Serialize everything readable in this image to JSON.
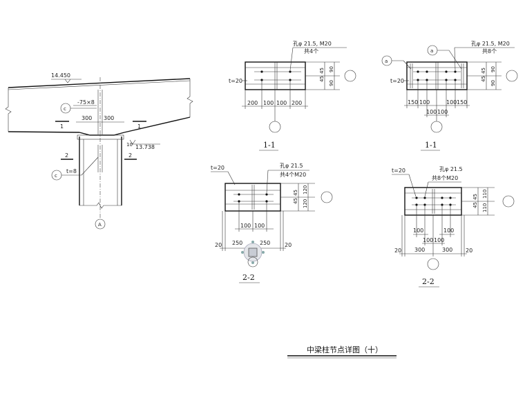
{
  "elevation": {
    "top_level": "14.450",
    "bottom_level": "13.738",
    "stiffener_label": "-75×8",
    "haunch_left": "300",
    "haunch_right": "300",
    "section_1": "1",
    "section_2": "2",
    "plate_thickness": "t=8",
    "gap_dim": "10",
    "callout_c": "c",
    "axis_label": "A"
  },
  "detail_1a": {
    "hole_note": "孔φ 21.5, M20",
    "count_note": "共4个",
    "t_label": "t=20",
    "h_dims": [
      "200",
      "100",
      "100",
      "200"
    ],
    "v_dims_outer": [
      "90",
      "90"
    ],
    "v_dims_inner": [
      "45",
      "45"
    ],
    "title": "1-1"
  },
  "detail_1b": {
    "hole_note": "孔φ 21.5, M20",
    "count_note": "共8个",
    "t_label": "t=20",
    "callout_a": "a",
    "callout_b": "a",
    "h_dims": [
      "150",
      "100",
      "100",
      "150"
    ],
    "h_dims_lower": [
      "100",
      "100"
    ],
    "v_dims_outer": [
      "90",
      "90"
    ],
    "v_dims_inner": [
      "45",
      "45"
    ],
    "title": "1-1"
  },
  "detail_2a": {
    "t_label": "t=20",
    "hole_note": "孔φ 21.5",
    "count_note": "共4个M20",
    "h_dims": [
      "100",
      "100"
    ],
    "h_dims_lower": [
      "20",
      "250",
      "250",
      "20"
    ],
    "v_dims_outer": [
      "120",
      "120"
    ],
    "v_dims_inner": [
      "45",
      "45"
    ],
    "title": "2-2"
  },
  "detail_2b": {
    "t_label": "t=20",
    "hole_note": "孔φ 21.5",
    "count_note": "共8个M20",
    "h_dims": [
      "100",
      "100"
    ],
    "h_dims_mid": [
      "100",
      "100"
    ],
    "h_dims_lower": [
      "20",
      "300",
      "300",
      "20"
    ],
    "v_dims_outer": [
      "110",
      "110"
    ],
    "v_dims_inner": [
      "45",
      "45"
    ],
    "title": "2-2"
  },
  "drawing_title": "中梁柱节点详图（十）"
}
